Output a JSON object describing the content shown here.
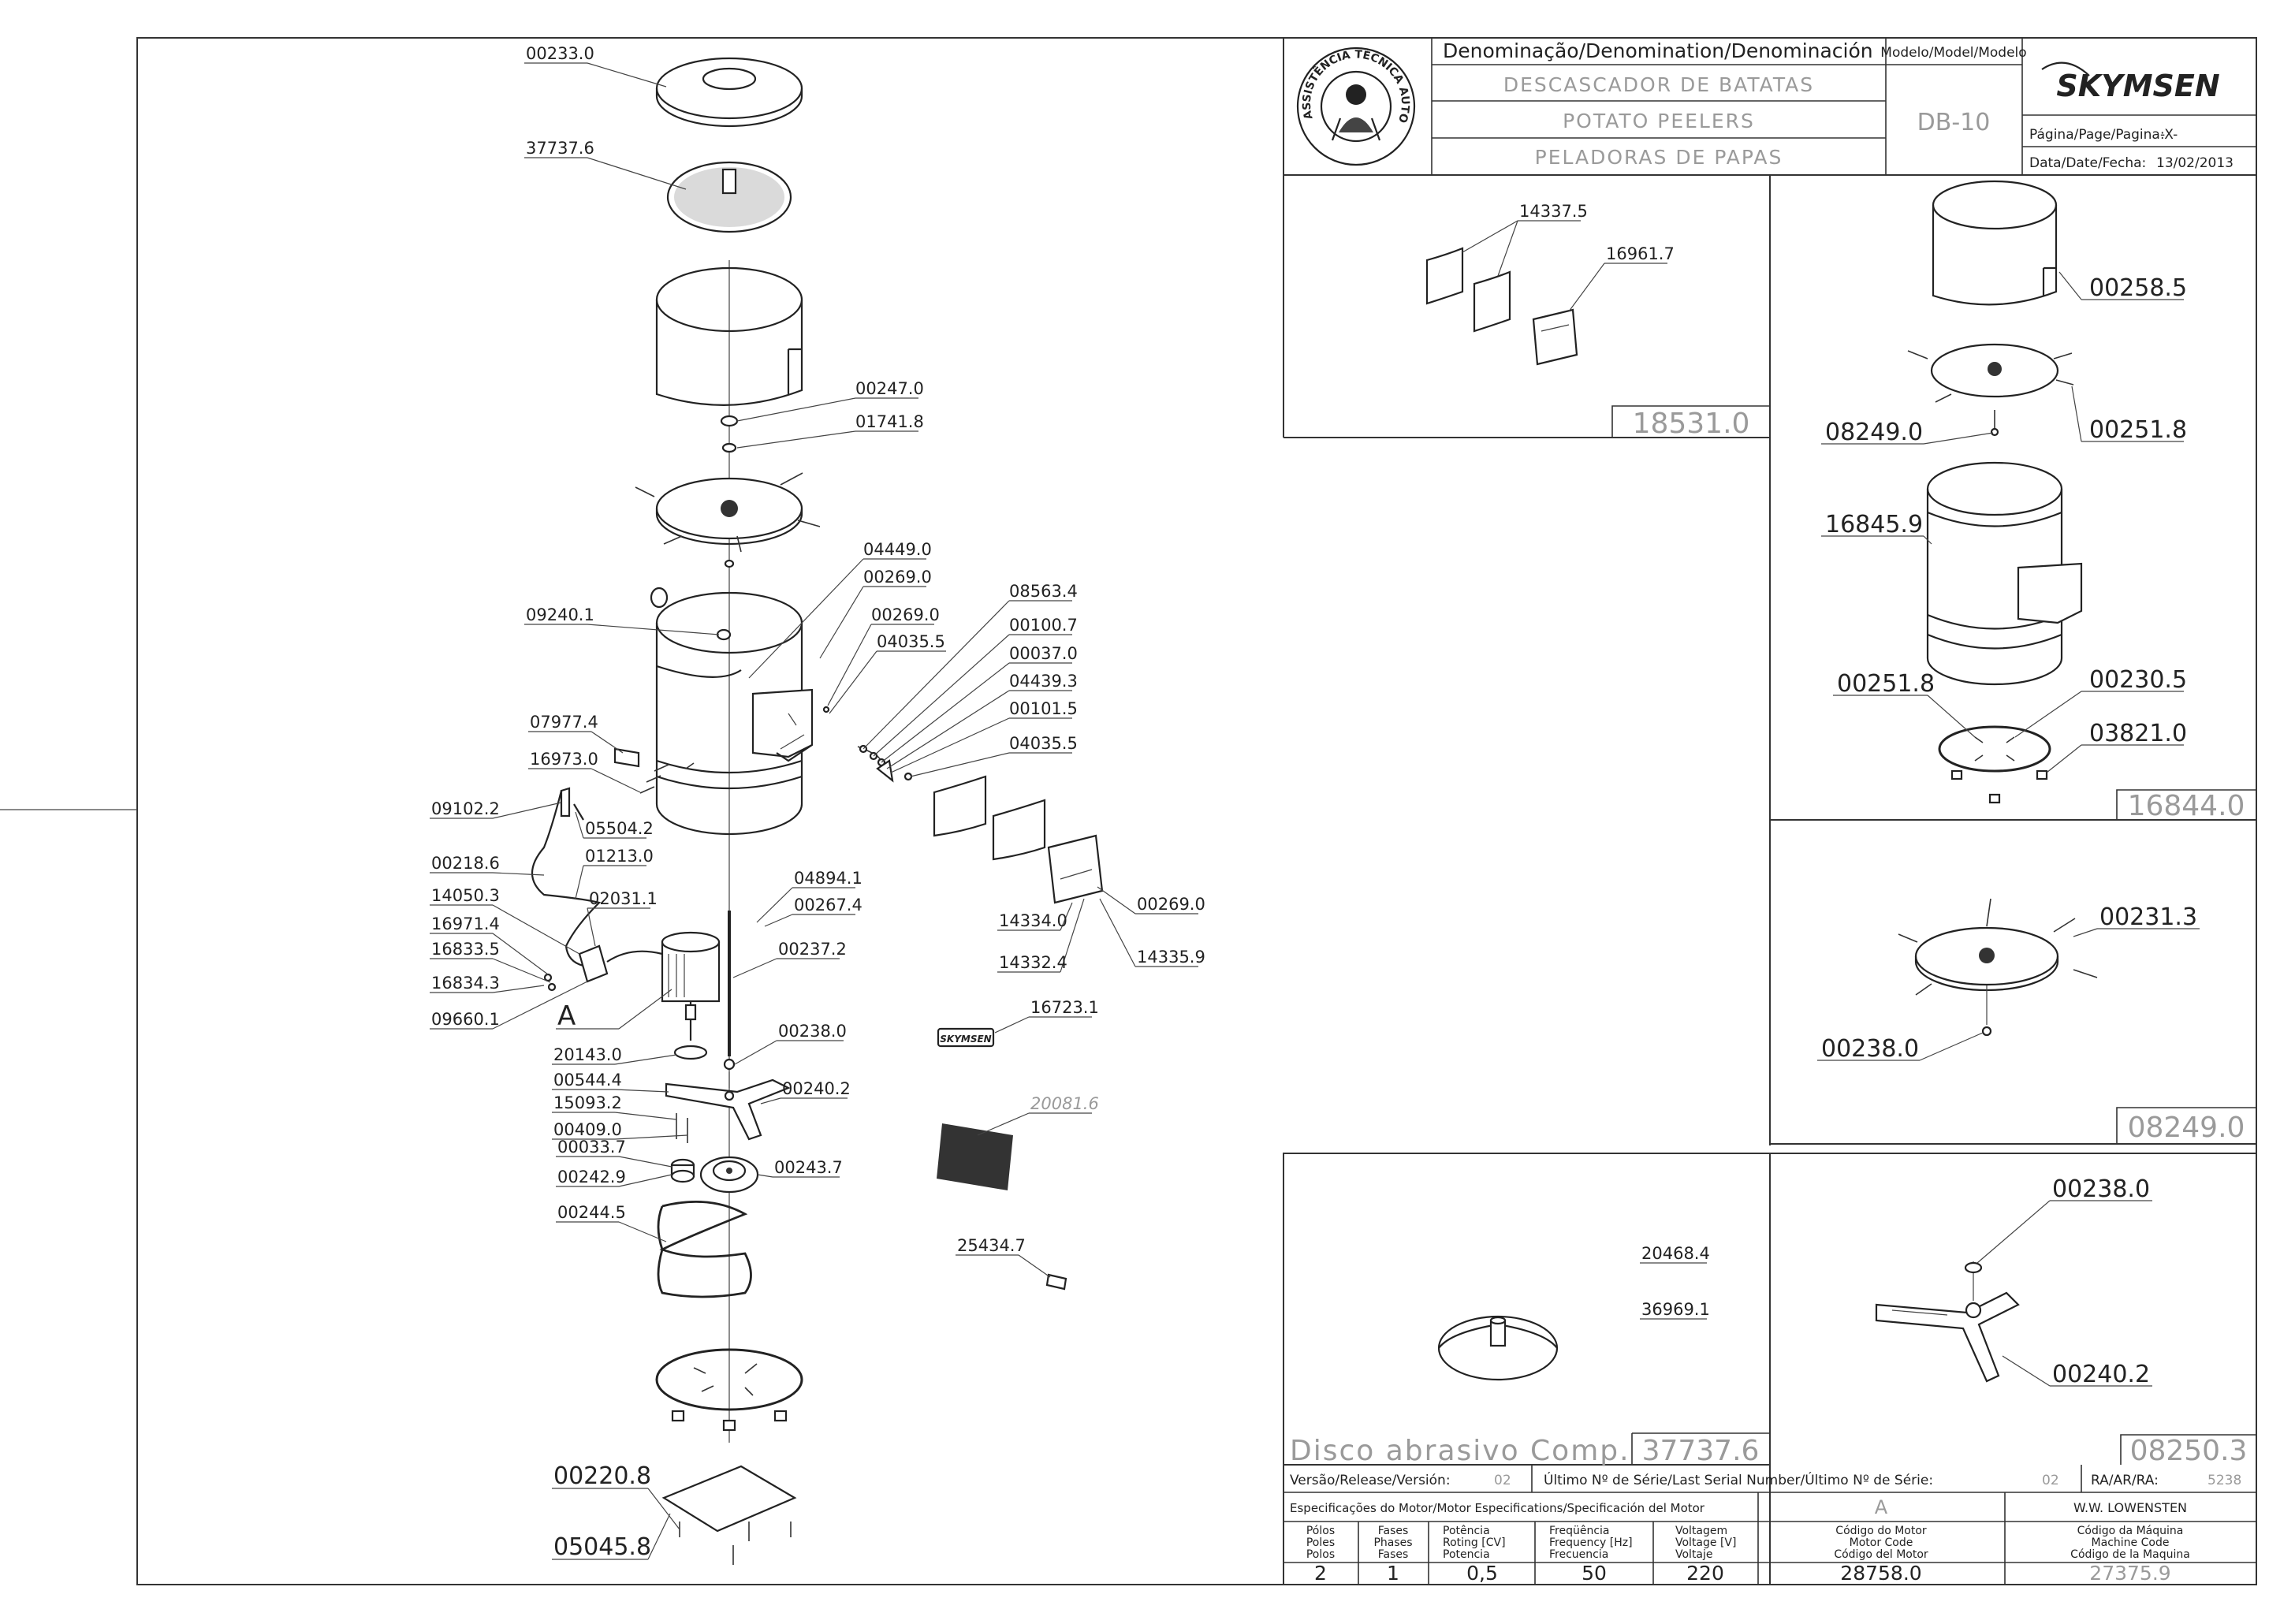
{
  "header": {
    "denomination_title": "Denominação/Denomination/Denominación",
    "names": [
      "DESCASCADOR DE BATATAS",
      "POTATO PEELERS",
      "PELADORAS DE PAPAS"
    ],
    "model_title": "Modelo/Model/Modelo",
    "model": "DB-10",
    "brand": "SKYMSEN",
    "page_label": "Página/Page/Pagina:",
    "page_value": "-X-",
    "date_label": "Data/Date/Fecha:",
    "date_value": "13/02/2013",
    "seal_text": "ASSISTÊNCIA TÉCNICA AUTORIZADA"
  },
  "main_labels": [
    "00233.0",
    "37737.6",
    "00247.0",
    "01741.8",
    "04449.0",
    "00269.0",
    "00269.0",
    "04035.5",
    "08563.4",
    "00100.7",
    "00037.0",
    "04439.3",
    "00101.5",
    "04035.5",
    "09240.1",
    "07977.4",
    "16973.0",
    "09102.2",
    "05504.2",
    "00218.6",
    "01213.0",
    "14050.3",
    "02031.1",
    "16971.4",
    "16833.5",
    "16834.3",
    "09660.1",
    "A",
    "04894.1",
    "00267.4",
    "00237.2",
    "14334.0",
    "00269.0",
    "14332.4",
    "14335.9",
    "16723.1",
    "20143.0",
    "00544.4",
    "15093.2",
    "00409.0",
    "00033.7",
    "00242.9",
    "00238.0",
    "00240.2",
    "00243.7",
    "20081.6",
    "00244.5",
    "25434.7",
    "00220.8",
    "05045.8"
  ],
  "panels": {
    "p18531": {
      "labels": [
        "14337.5",
        "16961.7"
      ],
      "assembly": "18531.0"
    },
    "p16844": {
      "labels": [
        "00258.5",
        "08249.0",
        "00251.8",
        "16845.9",
        "00251.8",
        "00230.5",
        "03821.0"
      ],
      "assembly": "16844.0"
    },
    "p08249": {
      "labels": [
        "00231.3",
        "00238.0"
      ],
      "assembly": "08249.0"
    },
    "p37737": {
      "labels": [
        "20468.4",
        "36969.1"
      ],
      "title": "Disco abrasivo Comp.",
      "assembly": "37737.6"
    },
    "p08250": {
      "labels": [
        "00238.0",
        "00240.2"
      ],
      "assembly": "08250.3"
    }
  },
  "footer": {
    "version_label": "Versão/Release/Versión:",
    "version_value": "02",
    "serial_label": "Último Nº de Série/Last Serial Number/Último Nº de Série:",
    "serial_value": "02",
    "ra_label": "RA/AR/RA:",
    "ra_value": "5238",
    "motor_spec_label": "Especificações do Motor/Motor Especifications/Specificación del Motor",
    "motor_code_header": "A",
    "lowensten": "W.W. LOWENSTEN",
    "columns": [
      {
        "h": [
          "Pólos",
          "Poles",
          "Polos"
        ],
        "v": "2"
      },
      {
        "h": [
          "Fases",
          "Phases",
          "Fases"
        ],
        "v": "1"
      },
      {
        "h": [
          "Potência",
          "Roting [CV]",
          "Potencia"
        ],
        "v": "0,5"
      },
      {
        "h": [
          "Freqüência",
          "Frequency [Hz]",
          "Frecuencia"
        ],
        "v": "50"
      },
      {
        "h": [
          "Voltagem",
          "Voltage [V]",
          "Voltaje"
        ],
        "v": "220"
      },
      {
        "h": [
          "Código do Motor",
          "Motor Code",
          "Código del Motor"
        ],
        "v": "28758.0"
      },
      {
        "h": [
          "Código da Máquina",
          "Machine Code",
          "Código de la Maquina"
        ],
        "v": "27375.9"
      }
    ]
  }
}
